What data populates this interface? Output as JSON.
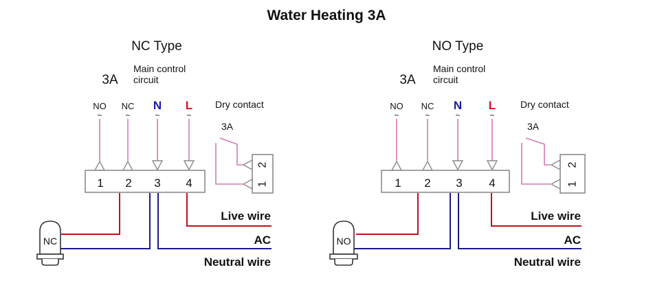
{
  "title": "Water Heating 3A",
  "colors": {
    "live": "#c0101e",
    "neutral": "#1a1a8c",
    "signal": "#d479b0",
    "outline": "#8a8a8a",
    "n_label": "#1a1aa8",
    "l_label": "#d4101e",
    "text": "#111111"
  },
  "panels": [
    {
      "id": "nc",
      "heading": "NC Type",
      "rating": "3A",
      "main_control_line1": "Main control",
      "main_control_line2": "circuit",
      "terminal_labels": [
        "NO",
        "NC",
        "N",
        "L"
      ],
      "tilde": "~",
      "terminal_numbers": [
        "1",
        "2",
        "3",
        "4"
      ],
      "dry_contact_label": "Dry contact",
      "dry_contact_rating": "3A",
      "dry_contact_pins": [
        "2",
        "1"
      ],
      "lamp_label": "NC",
      "live_wire_label": "Live wire",
      "ac_label": "AC",
      "neutral_wire_label": "Neutral wire"
    },
    {
      "id": "no",
      "heading": "NO Type",
      "rating": "3A",
      "main_control_line1": "Main control",
      "main_control_line2": "circuit",
      "terminal_labels": [
        "NO",
        "NC",
        "N",
        "L"
      ],
      "tilde": "~",
      "terminal_numbers": [
        "1",
        "2",
        "3",
        "4"
      ],
      "dry_contact_label": "Dry contact",
      "dry_contact_rating": "3A",
      "dry_contact_pins": [
        "2",
        "1"
      ],
      "lamp_label": "NO",
      "live_wire_label": "Live wire",
      "ac_label": "AC",
      "neutral_wire_label": "Neutral wire"
    }
  ]
}
